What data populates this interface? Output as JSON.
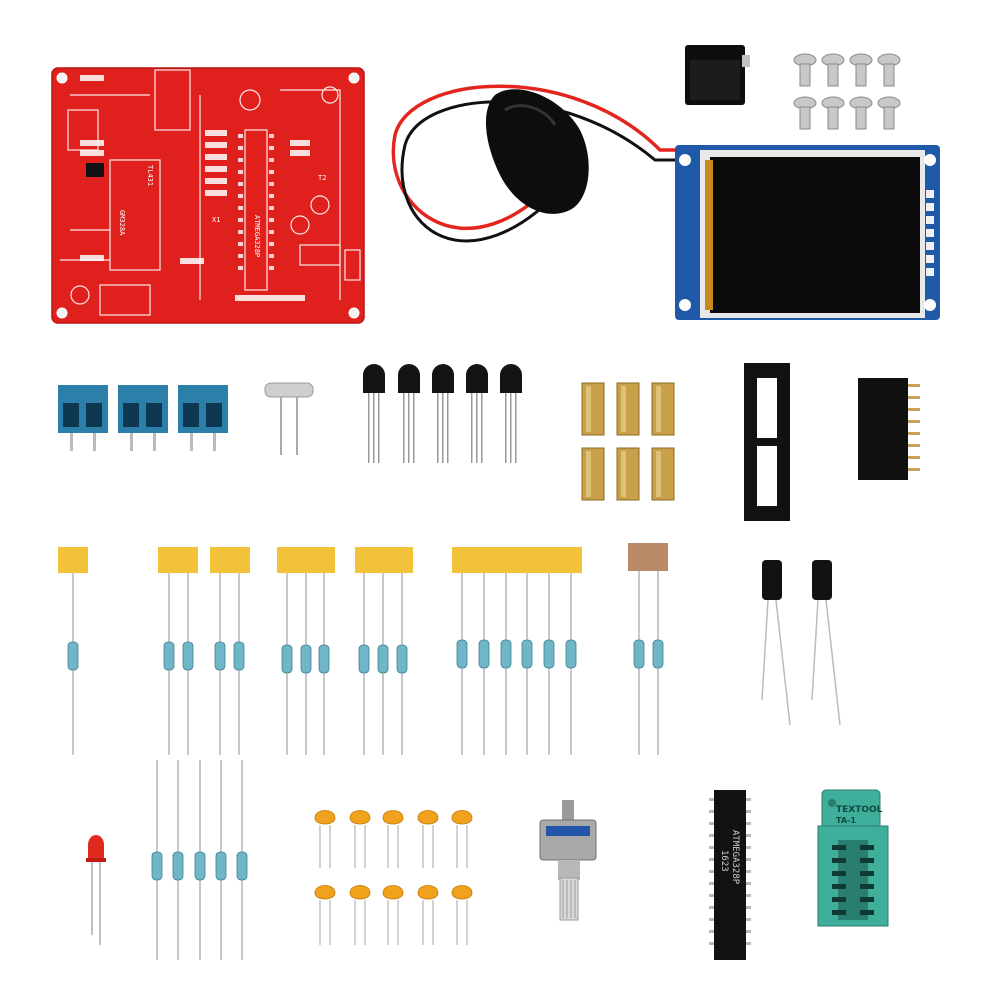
{
  "scene": {
    "description_free": true,
    "background": "#ffffff",
    "colors": {
      "pcb_red": "#e0201c",
      "pcb_silk": "#ffffff",
      "display_blue": "#1f5aa8",
      "terminal_blue": "#2c7fa8",
      "brass": "#c9a04a",
      "resistor_body": "#6fb6c8",
      "tape_yellow": "#f2c23a",
      "tape_brown": "#b98a65",
      "cap_orange": "#f0a21c",
      "zif_teal": "#3fae9a",
      "led_red": "#e02a20"
    }
  },
  "pcb": {
    "labels": {
      "mcu": "ATMEGA328P",
      "regulator": "TL431",
      "crystal": "X1",
      "transistor": "T2",
      "model": "GM328A"
    }
  },
  "ic_chip": {
    "markings": [
      "ATMEGA328P",
      "1623"
    ]
  },
  "zif_socket": {
    "markings": [
      "TEXTOOL",
      "TA-1"
    ]
  },
  "counts": {
    "screws": 8,
    "terminal_blocks": 3,
    "transistors": 5,
    "brass_standoffs": 6,
    "electrolytic_capacitors": 2,
    "ceramic_capacitors": 10,
    "loose_resistors": 5,
    "led": 1
  },
  "resistor_groups": [
    1,
    2,
    2,
    3,
    3,
    6,
    2
  ]
}
